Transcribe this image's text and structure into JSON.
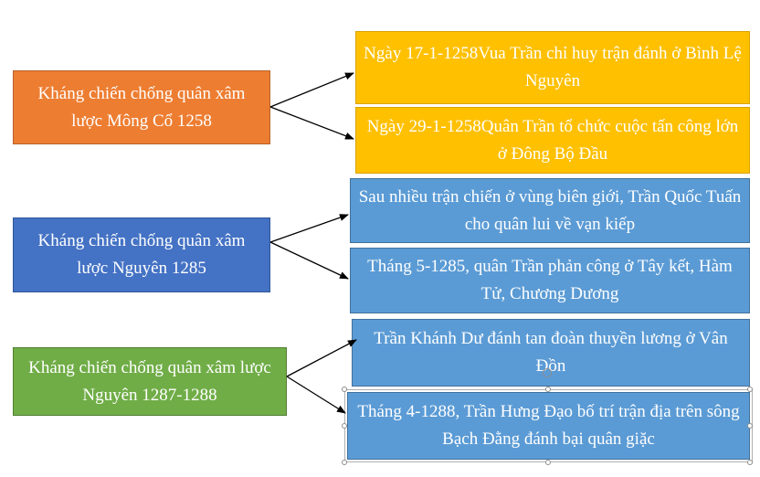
{
  "diagram": {
    "groups": [
      {
        "label": "Kháng chiến chống quân xâm lược Mông Cổ 1258",
        "events": [
          "Ngày 17-1-1258Vua Trần chỉ huy trận đánh ở Bình Lệ Nguyên",
          "Ngày 29-1-1258Quân Trần tổ chức  cuộc tấn công lớn ở Đông Bộ Đầu"
        ]
      },
      {
        "label": "Kháng chiến chống quân xâm lược Nguyên 1285",
        "events": [
          "Sau nhiều trận chiến ở vùng biên giới, Trần Quốc Tuấn cho quân lui về vạn kiếp",
          "Tháng 5-1285, quân Trần phản công ở Tây kết, Hàm Tử, Chương Dương"
        ]
      },
      {
        "label": "Kháng chiến chống quân xâm lược Nguyên 1287-1288",
        "events": [
          "Trần Khánh Dư đánh tan đoàn thuyền lương ở Vân Đồn",
          "Tháng 4-1288, Trần Hưng Đạo bố trí trận địa trên sông Bạch Đằng đánh bại quân giặc"
        ]
      }
    ]
  },
  "colors": {
    "group1": "#ED7D31",
    "group1_events": "#FFC000",
    "group2": "#4472C4",
    "group2_events": "#5B9BD5",
    "group3": "#70AD47",
    "group3_events": "#5B9BD5"
  }
}
